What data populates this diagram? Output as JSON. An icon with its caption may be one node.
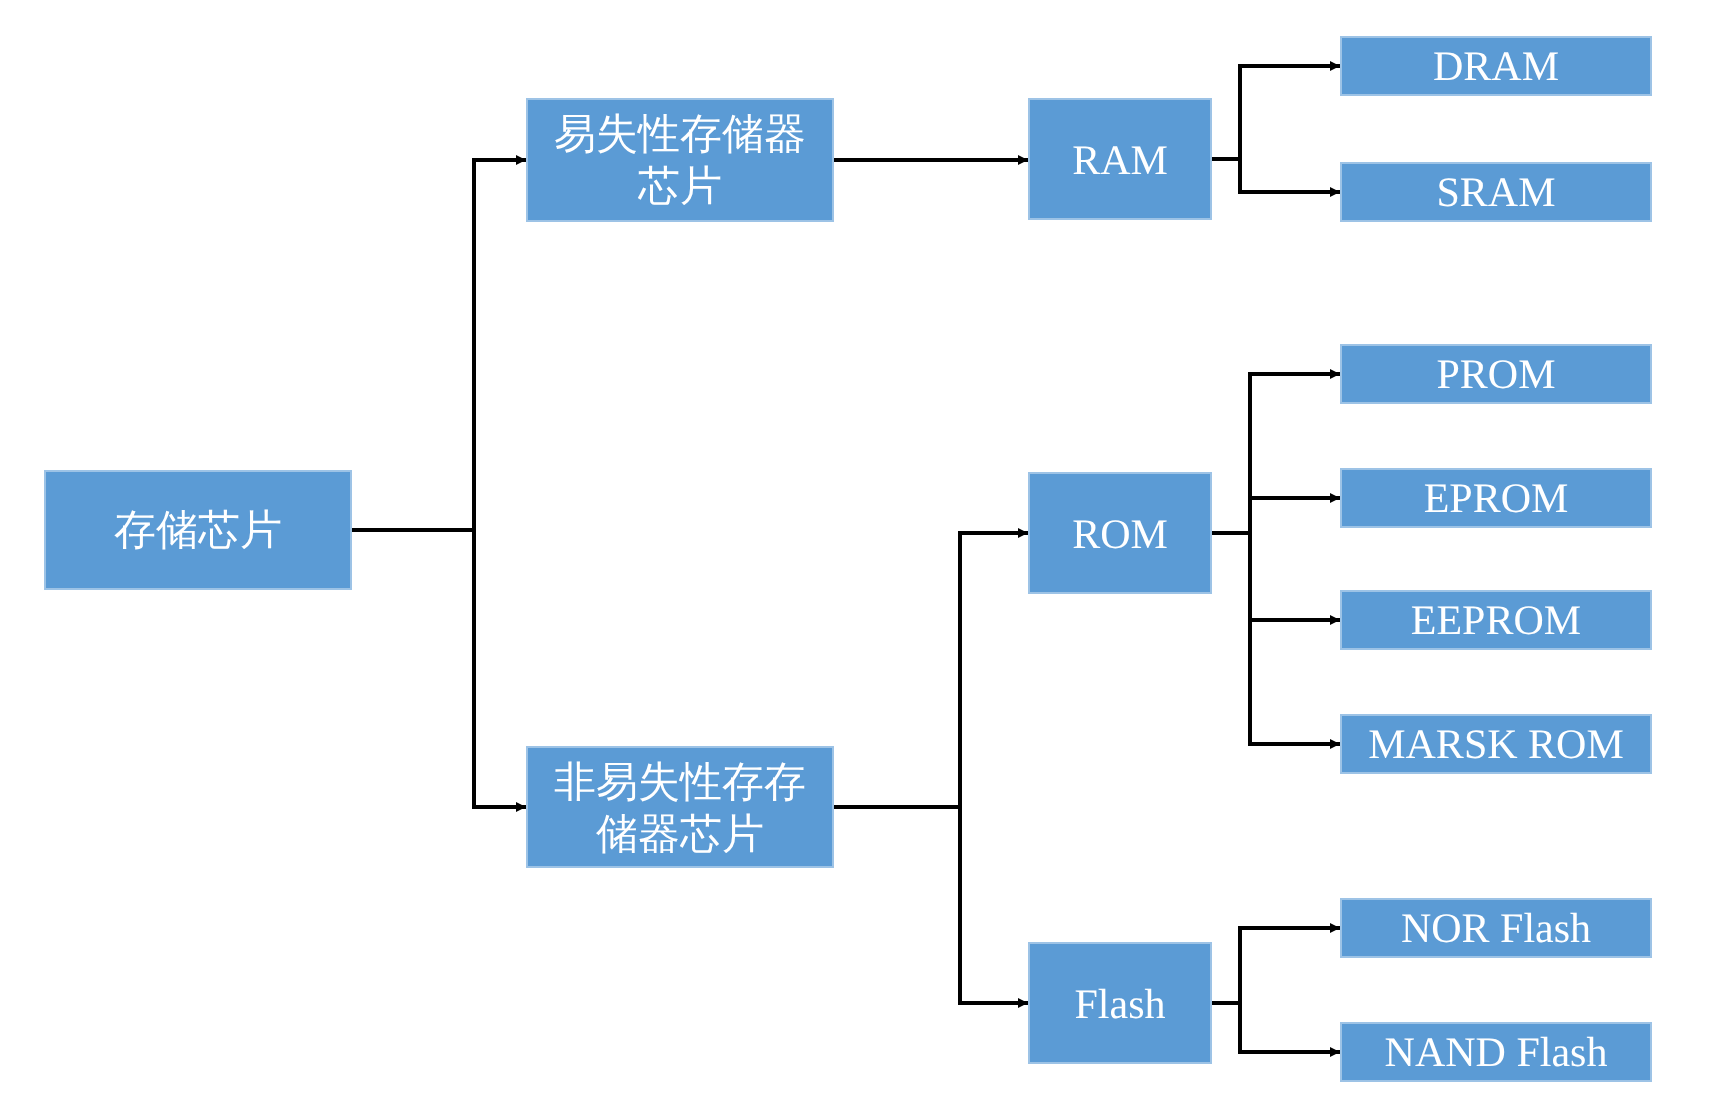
{
  "diagram": {
    "nodes": [
      {
        "text": [
          "存储芯片"
        ]
      },
      {
        "text": [
          "易失性存储器芯片"
        ]
      },
      {
        "text": [
          "非易失性存存储器芯片"
        ]
      },
      {
        "text": [
          "RAM"
        ]
      },
      {
        "text": [
          "ROM"
        ]
      },
      {
        "text": [
          "Flash"
        ]
      },
      {
        "text": [
          "DRAM"
        ]
      },
      {
        "text": [
          "SRAM"
        ]
      },
      {
        "text": [
          "PROM"
        ]
      },
      {
        "text": [
          "EPROM"
        ]
      },
      {
        "text": [
          "EEPROM"
        ]
      },
      {
        "text": [
          "MARSK ROM"
        ]
      },
      {
        "text": [
          "NOR Flash"
        ]
      },
      {
        "text": [
          "NAND Flash"
        ]
      }
    ],
    "edges": [
      {
        "from": 0,
        "to": 1,
        "arrow": "to"
      },
      {
        "from": 0,
        "to": 2,
        "arrow": "to"
      },
      {
        "from": 1,
        "to": 3,
        "arrow": "to"
      },
      {
        "from": 2,
        "to": 4,
        "arrow": "to"
      },
      {
        "from": 2,
        "to": 5,
        "arrow": "to"
      },
      {
        "from": 3,
        "to": 6,
        "arrow": "to"
      },
      {
        "from": 3,
        "to": 7,
        "arrow": "to"
      },
      {
        "from": 4,
        "to": 8,
        "arrow": "to"
      },
      {
        "from": 4,
        "to": 9,
        "arrow": "to"
      },
      {
        "from": 4,
        "to": 10,
        "arrow": "to"
      },
      {
        "from": 4,
        "to": 11,
        "arrow": "to"
      },
      {
        "from": 5,
        "to": 12,
        "arrow": "to"
      },
      {
        "from": 5,
        "to": 13,
        "arrow": "to"
      }
    ]
  }
}
